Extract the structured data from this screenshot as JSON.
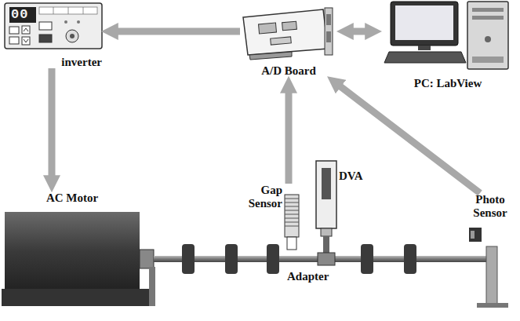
{
  "diagram": {
    "nodes": [
      {
        "text": [
          "inverter"
        ]
      },
      {
        "text": [
          "A/D Board"
        ]
      },
      {
        "text": [
          "PC: LabView"
        ]
      },
      {
        "text": [
          "AC Motor"
        ]
      },
      {
        "text": [
          "Gap Sensor"
        ]
      },
      {
        "text": [
          "DVA"
        ]
      },
      {
        "text": [
          "Photo Sensor"
        ]
      }
    ],
    "edges": [
      {
        "from": 1,
        "to": 0,
        "arrow": "to"
      },
      {
        "from": 1,
        "to": 2,
        "arrow": "both"
      },
      {
        "from": 0,
        "to": 3,
        "arrow": "to"
      },
      {
        "from": 4,
        "to": 1,
        "arrow": "to"
      },
      {
        "from": 6,
        "to": 1,
        "arrow": "to"
      }
    ],
    "labels": [
      "00",
      "Adapter"
    ]
  }
}
